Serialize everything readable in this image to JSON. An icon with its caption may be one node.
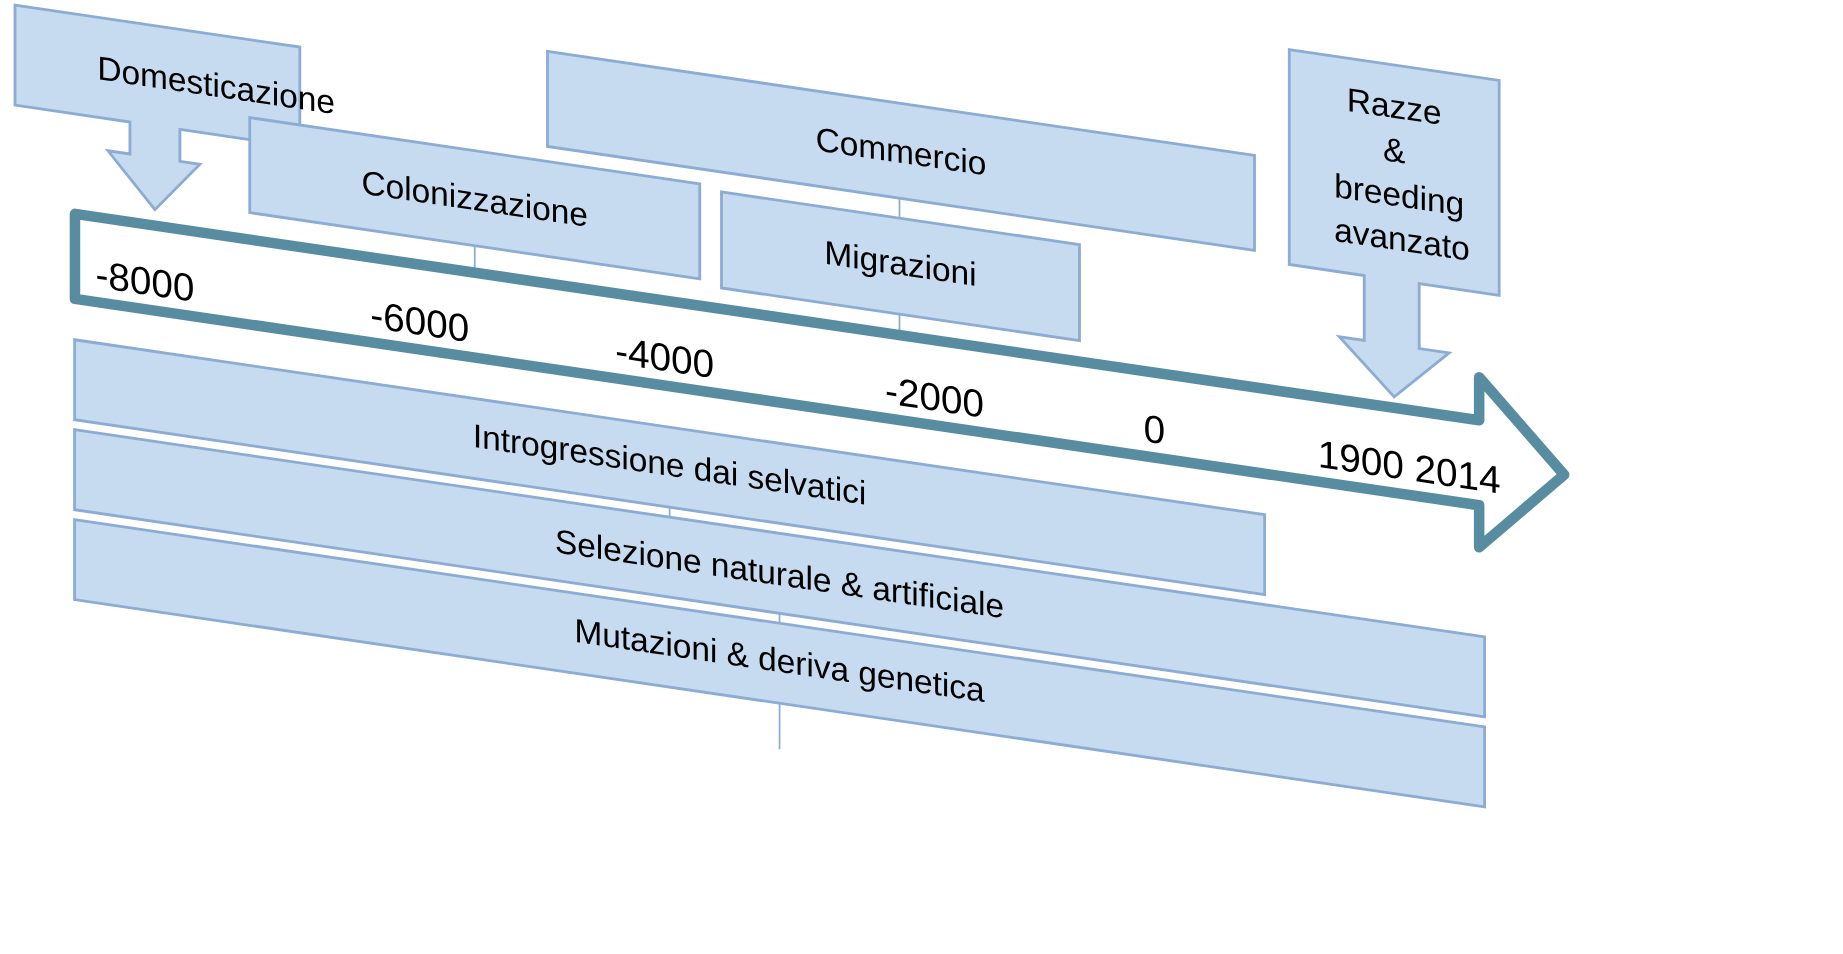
{
  "diagram": {
    "nodes": [
      {
        "text": [
          "Domesticazione"
        ]
      },
      {
        "text": [
          "Commercio"
        ]
      },
      {
        "text": [
          "Razze & breeding avanzato"
        ]
      },
      {
        "text": [
          "Colonizzazione"
        ]
      },
      {
        "text": [
          "Migrazioni"
        ]
      },
      {
        "text": [
          "-8000",
          "-6000",
          "-4000",
          "-2000",
          "0",
          "1900 2014"
        ]
      },
      {
        "text": [
          "Introgressione dai selvatici"
        ]
      },
      {
        "text": [
          "Selezione naturale & artificiale"
        ]
      },
      {
        "text": [
          "Mutazioni & deriva genetica"
        ]
      }
    ]
  }
}
